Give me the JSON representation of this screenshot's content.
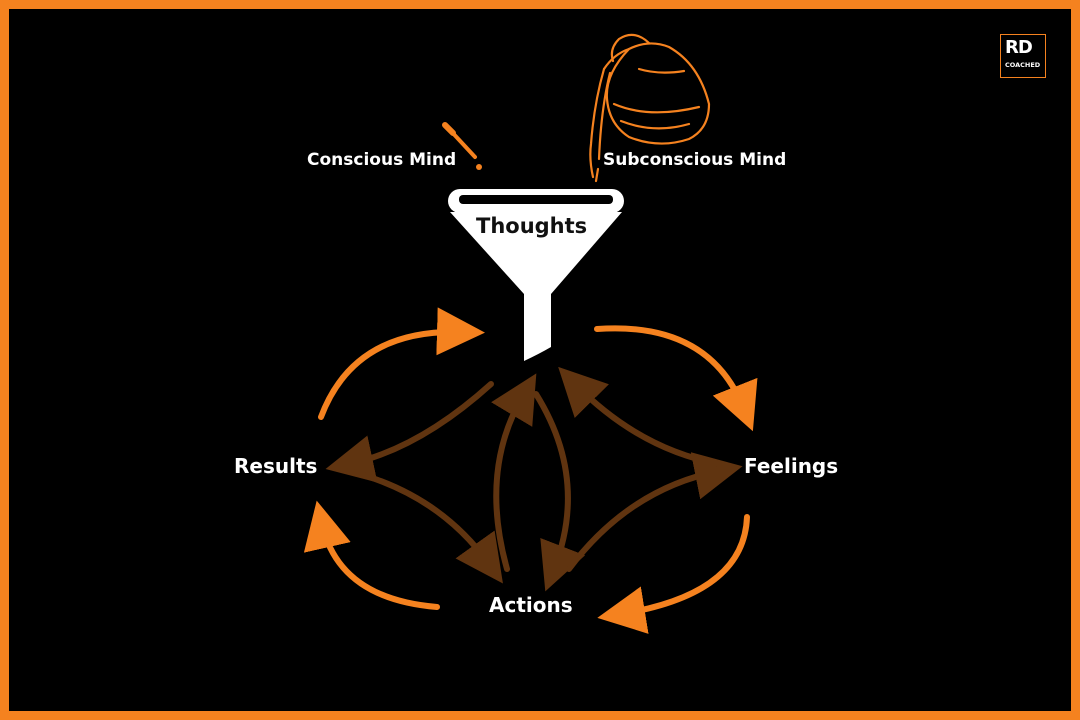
{
  "brand": {
    "logo_text": "RD",
    "logo_subtext": "COACHED",
    "accent_color": "#f5821f",
    "background_color": "#000000"
  },
  "diagram": {
    "inputs": {
      "conscious": "Conscious Mind",
      "subconscious": "Subconscious Mind"
    },
    "funnel_label": "Thoughts",
    "cycle_nodes": {
      "results": "Results",
      "feelings": "Feelings",
      "actions": "Actions"
    },
    "icons": {
      "conscious": "dropper-icon",
      "subconscious": "pitcher-icon",
      "funnel": "funnel-icon"
    }
  }
}
